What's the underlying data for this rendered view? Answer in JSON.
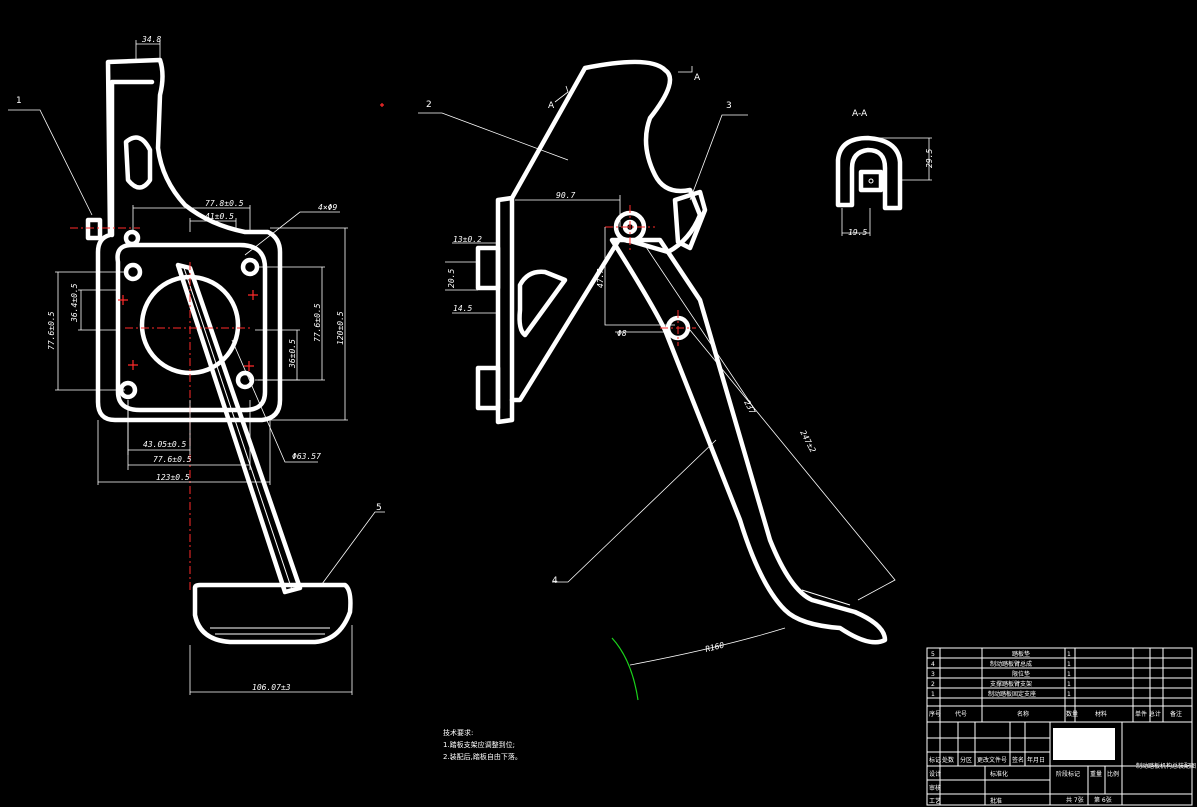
{
  "drawing": {
    "part_callouts": [
      "1",
      "2",
      "3",
      "4",
      "5"
    ],
    "section_label": "A-A",
    "section_mark": "A",
    "front_view_dims": {
      "top_width": "34.8",
      "hole_spacing_top": "77.8±0.5",
      "hole_spacing_inner": "41±0.5",
      "hole_callout": "4×Φ9",
      "left_height_outer": "77.6±0.5",
      "left_height_inner": "36.4±0.5",
      "right_height_1": "77.6±0.5",
      "right_height_2": "36±0.5",
      "right_height_outer": "120±0.5",
      "bottom_1": "43.05±0.5",
      "bottom_2": "77.6±0.5",
      "bottom_3": "123±0.5",
      "circle_dia": "Φ63.57",
      "pedal_width": "106.07±3"
    },
    "side_view_dims": {
      "horiz": "90.7",
      "flange": "13±0.2",
      "slot": "20.5",
      "offset": "14.5",
      "pivot_height": "47.7",
      "pivot_dia": "Φ8",
      "arm_length_1": "237",
      "arm_length_2": "247±2",
      "radius_note": "R160"
    },
    "section_dims": {
      "height": "29.5",
      "width": "19.5"
    },
    "notes": {
      "heading": "技术要求:",
      "line1": "1.踏板支架应调整到位;",
      "line2": "2.装配后,踏板自由下落。"
    }
  },
  "title_block": {
    "bom_rows": [
      {
        "no": "5",
        "name": "踏板垫",
        "qty": "1"
      },
      {
        "no": "4",
        "name": "制动踏板臂总成",
        "qty": "1"
      },
      {
        "no": "3",
        "name": "限位垫",
        "qty": "1"
      },
      {
        "no": "2",
        "name": "支撑踏板臂支架",
        "qty": "1"
      },
      {
        "no": "1",
        "name": "制动踏板固定支座",
        "qty": "1"
      }
    ],
    "bom_header": {
      "no": "序号",
      "code": "代号",
      "name": "名称",
      "qty": "数量",
      "material": "材料",
      "weight": "单件 总计",
      "remark": "备注"
    },
    "drawing_title": "制动踏板机构总装配图",
    "stage_label": "阶段标记",
    "weight_label": "重量",
    "scale_label": "比例",
    "designer_label": "设计",
    "reviewer_label": "审核",
    "process_label": "工艺",
    "approve_label": "批准",
    "sheet_total": "共 7张",
    "sheet_no": "第 6张",
    "std_label": "标准化",
    "mark_labels": [
      "标记",
      "处数",
      "分区",
      "更改文件号",
      "签名",
      "年月日"
    ]
  }
}
